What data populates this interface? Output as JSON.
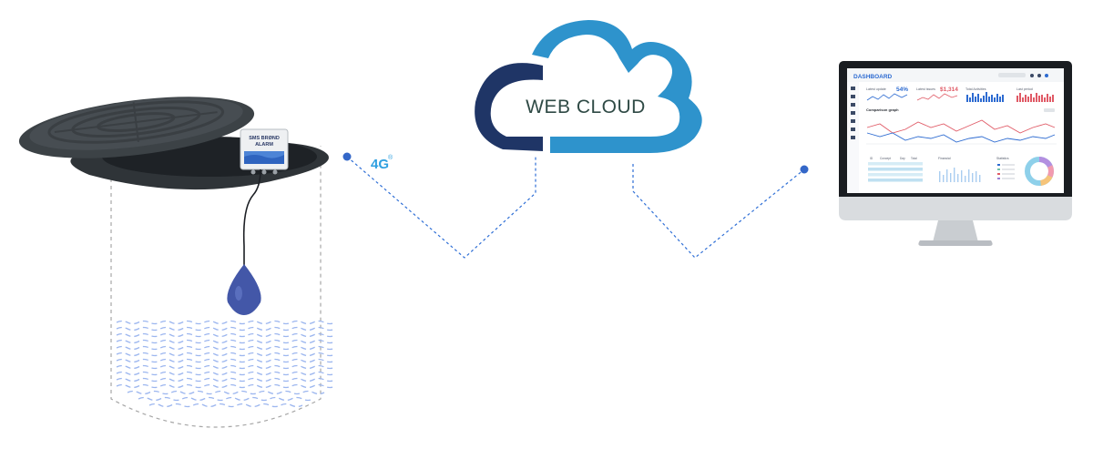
{
  "diagram": {
    "cloud_label": "WEB CLOUD",
    "network_label": "4G",
    "network_superscript": "®",
    "device": {
      "line1": "SMS BRØND",
      "line2": "ALARM"
    },
    "monitor": {
      "title": "DASHBOARD",
      "stat_1_label": "Latest update",
      "stat_1_value": "54%",
      "stat_2_label": "Latest issues",
      "stat_2_value": "$1,314",
      "stat_3_label": "Total Activities",
      "stat_4_label": "Last period",
      "chart_title": "Comparison graph",
      "table_headers": [
        "ID",
        "Concept",
        "Day",
        "Total"
      ],
      "panel_2_title": "Financial",
      "panel_3_title": "Statistics"
    }
  },
  "colors": {
    "cloud_dark": "#1f3566",
    "cloud_light": "#2e93cc",
    "cloud_text": "#2f4a45",
    "accent_4g": "#2fa0e0",
    "connector": "#2f6fd6",
    "well_dash": "#a0a0a0",
    "water_dash": "#9cb6ef",
    "cover": "#3a3f43",
    "float": "#4357a8",
    "dash_blue": "#2d6bd1",
    "dash_red": "#e05a66"
  }
}
